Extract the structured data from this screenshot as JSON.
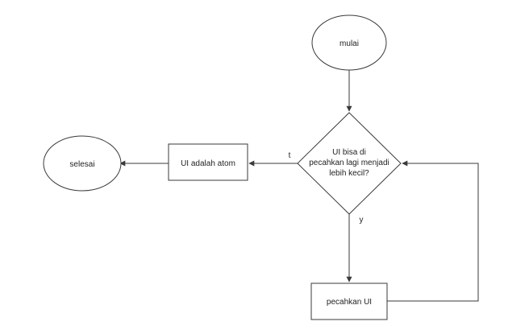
{
  "flowchart": {
    "nodes": {
      "start": {
        "shape": "ellipse",
        "label": "mulai"
      },
      "decision": {
        "shape": "diamond",
        "label_lines": [
          "UI bisa di",
          "pecahkan lagi menjadi",
          "lebih kecil?"
        ]
      },
      "atom": {
        "shape": "rectangle",
        "label": "UI adalah atom"
      },
      "end": {
        "shape": "ellipse",
        "label": "selesai"
      },
      "split": {
        "shape": "rectangle",
        "label": "pecahkan UI"
      }
    },
    "edges": {
      "start_to_decision": {
        "label": ""
      },
      "decision_to_atom": {
        "label": "t"
      },
      "atom_to_end": {
        "label": ""
      },
      "decision_to_split": {
        "label": "y"
      },
      "split_to_decision": {
        "label": ""
      }
    }
  },
  "colors": {
    "stroke": "#3a3a3a",
    "fill": "#ffffff",
    "text": "#222222"
  }
}
